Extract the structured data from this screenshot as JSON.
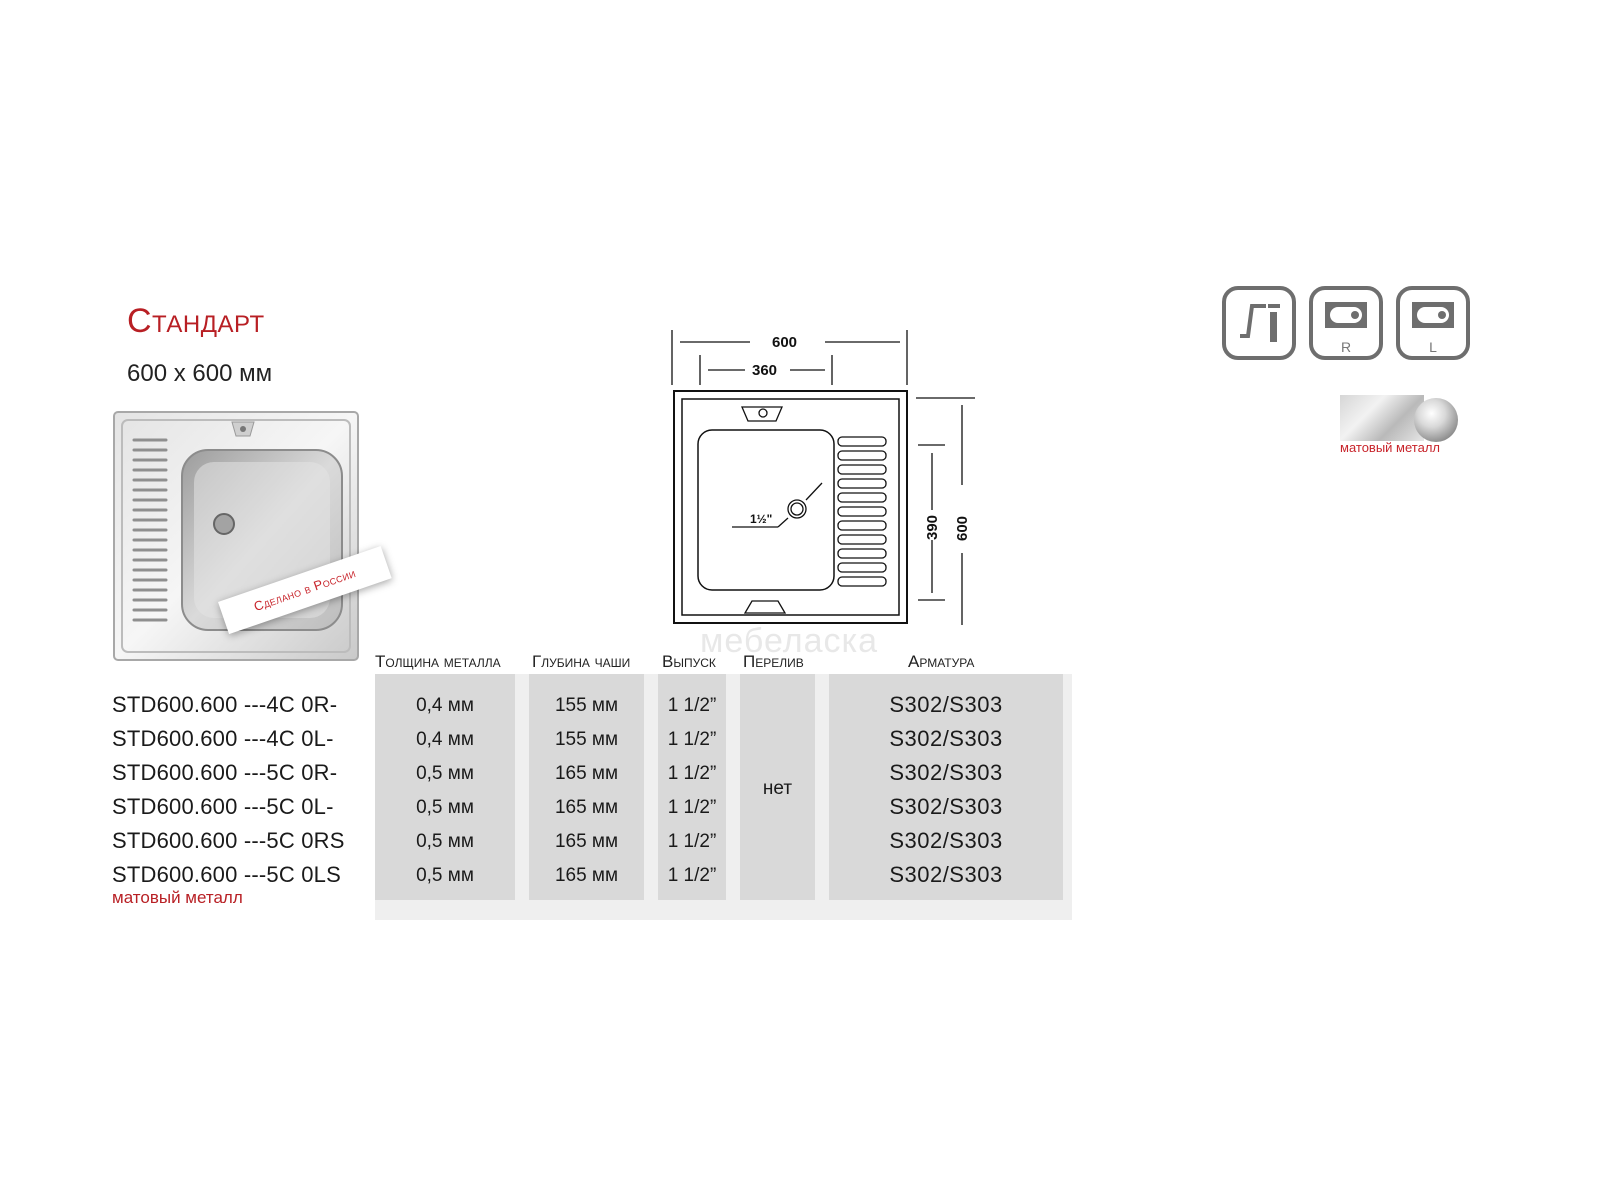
{
  "header": {
    "title": "Стандарт",
    "size": "600 х 600 мм",
    "made_in": "Сделано в России"
  },
  "schematic": {
    "width_label": "600",
    "bowl_width_label": "360",
    "bowl_depth_label": "390",
    "depth_label": "600",
    "drain_label": "1½\""
  },
  "watermark": "мебеласка",
  "options": {
    "right_label": "R",
    "left_label": "L",
    "finish_swatch_label": "матовый металл"
  },
  "table": {
    "headers": {
      "thickness": "Толщина металла",
      "depth": "Глубина чаши",
      "outlet": "Выпуск",
      "overflow": "Перелив",
      "fittings": "Арматура"
    },
    "rows": [
      {
        "model": "STD600.600 ---4C 0R-",
        "thickness": "0,4 мм",
        "depth": "155 мм",
        "outlet": "1 1/2”",
        "fittings": "S302/S303"
      },
      {
        "model": "STD600.600 ---4C 0L-",
        "thickness": "0,4 мм",
        "depth": "155 мм",
        "outlet": "1 1/2”",
        "fittings": "S302/S303"
      },
      {
        "model": "STD600.600 ---5C 0R-",
        "thickness": "0,5 мм",
        "depth": "165 мм",
        "outlet": "1 1/2”",
        "fittings": "S302/S303"
      },
      {
        "model": "STD600.600 ---5C 0L-",
        "thickness": "0,5 мм",
        "depth": "165 мм",
        "outlet": "1 1/2”",
        "fittings": "S302/S303"
      },
      {
        "model": "STD600.600 ---5C 0RS",
        "thickness": "0,5 мм",
        "depth": "165 мм",
        "outlet": "1 1/2”",
        "fittings": "S302/S303"
      },
      {
        "model": "STD600.600 ---5C 0LS",
        "thickness": "0,5 мм",
        "depth": "165 мм",
        "outlet": "1 1/2”",
        "fittings": "S302/S303"
      }
    ],
    "overflow_value": "нет",
    "finish_note": "матовый металл"
  },
  "colors": {
    "accent_red": "#b81f24",
    "column_gray": "#d9d9d9",
    "table_bg": "#efefef"
  }
}
